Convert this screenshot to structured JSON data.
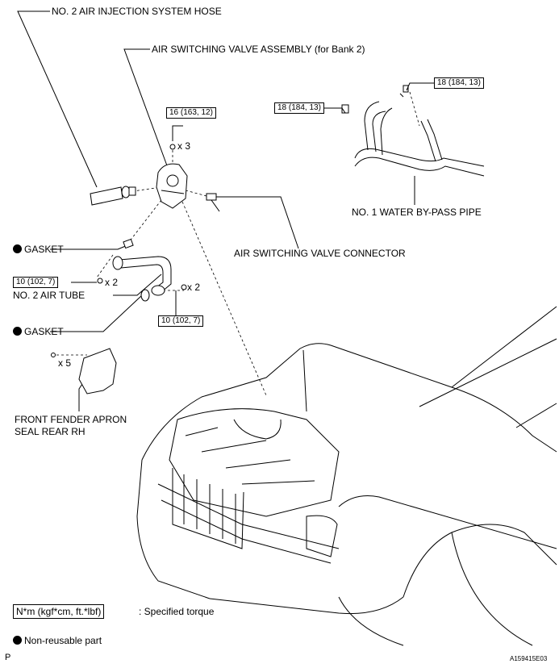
{
  "labels": {
    "hose": "NO. 2 AIR INJECTION SYSTEM HOSE",
    "valve_assembly": "AIR SWITCHING VALVE ASSEMBLY (for Bank 2)",
    "bypass_pipe": "NO. 1 WATER BY-PASS PIPE",
    "valve_connector": "AIR SWITCHING VALVE CONNECTOR",
    "gasket_upper": "GASKET",
    "gasket_lower": "GASKET",
    "air_tube": "NO. 2 AIR TUBE",
    "fender_line1": "FRONT FENDER APRON",
    "fender_line2": "SEAL REAR RH"
  },
  "torques": {
    "valve_nuts": "16 (163, 12)",
    "bypass_left": "18 (184, 13)",
    "bypass_right": "18 (184, 13)",
    "tube_left": "10 (102, 7)",
    "tube_right": "10 (102, 7)"
  },
  "quantities": {
    "valve_nuts": "x 3",
    "tube_left": "x 2",
    "tube_right": "x 2",
    "fender_clips": "x 5"
  },
  "legend": {
    "torque_box": "N*m (kgf*cm, ft.*lbf)",
    "torque_desc": ": Specified torque",
    "non_reusable": "Non-reusable part"
  },
  "footer": {
    "left": "P",
    "right": "A159415E03"
  }
}
